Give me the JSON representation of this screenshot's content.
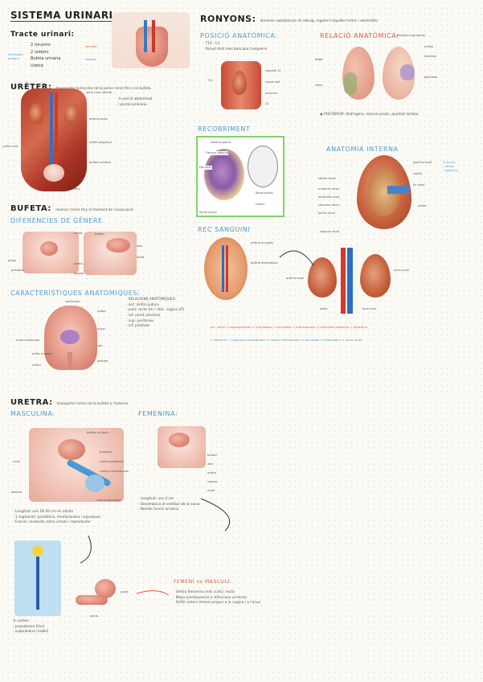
{
  "sistema": {
    "title": "SISTEMA URINARI:",
    "tracte_title": "Tracte urinari:",
    "tracte_items": [
      "2 ronyons",
      "2 urèters",
      "Bufeta urinària",
      "Uretra"
    ],
    "label_left": "conductes\nurinaris",
    "label_right_top": "excretor",
    "label_right_bottom": "reserva"
  },
  "ureter": {
    "title": "URÈTER:",
    "desc": "transporta l'orina des de la pelvis renal fins a la bufeta.",
    "note": "② porció abdominal\n   i porció pelviana",
    "labels": [
      "vena cava inferior",
      "artèria aorta",
      "urèter esquerre",
      "urèter dret",
      "bufeta urinària",
      "uretra"
    ]
  },
  "bufeta": {
    "title": "BUFETA:",
    "desc": "reserva l'orina fins al moment de l'evacuació.",
    "diferencies": "DIFERÈNCIES DE GÈNERE",
    "labels_top": [
      "urèter",
      "bufeta",
      "úter",
      "recte"
    ],
    "labels_bottom": [
      "pubis",
      "pròstata",
      "uretra",
      "vagina"
    ],
    "caracteristiques": "CARACTERÍSTIQUES ANATÒMIQUES:",
    "relacions": "· RELACIONS ANATÒMIQUES:\n  - ant: sínfisi púbica\n  - post: recte (H) / úter, vagina (D)\n  - lat: paret pelviana\n  - sup: peritoneu\n  - inf: pròstata",
    "anat_labels": [
      "peritoneu",
      "urèter",
      "múscul detrusor",
      "trígon",
      "orifici ureteral",
      "coll",
      "uretra",
      "esfínter"
    ]
  },
  "uretra": {
    "title": "URETRA:",
    "desc": "transporta l'orina de la bufeta a l'exterior.",
    "masculina": "MASCULINA:",
    "femenina": "FEMENINA:",
    "masc_labels": [
      "bufeta urinària",
      "pròstata",
      "uretra prostàtica",
      "uretra membranosa",
      "uretra esponjosa",
      "recte",
      "testicle"
    ],
    "masc_notes": "· Longitud: uns 18-20 cm en adults\n· 3 segments: prostàtica, membranosa i esponjosa\n· Funció: conducte comú urinari i reproductor",
    "fem_labels": [
      "bufeta",
      "úter",
      "uretra",
      "vagina",
      "recte"
    ],
    "fem_notes": "· Longitud: uns 4 cm\n· Desemboca al vestíbul de la vulva\n· Només funció urinària",
    "diff_title": "FEMENÍ vs MASCULÍ:",
    "diff_notes": "· Uretra femenina més curta i recta\n· Major predisposició a infeccions urinàries\n· Orifici extern femení proper a la vagina i a l'anus",
    "curves": "② corbes:\n· prepubiana (fixa)\n· subpubiana (mòbil)",
    "curve_labels": [
      "pubis",
      "penis"
    ]
  },
  "ronyons": {
    "title": "RONYONS:",
    "desc": "eliminen substàncies de rebuig, regulen l'equilibri hídric i electrolític",
    "posicio": "POSICIÓ ANATÒMICA:",
    "posicio_notes": "· T12 - L3\n· Ronyó dret més baix que l'esquerre",
    "posicio_labels": [
      "T12",
      "costella 12",
      "ronyó dret",
      "músculs",
      "L3"
    ],
    "relacio": "RELACIÓ ANATÒMICA:",
    "relacio_labels": [
      "glàndula suprarenal",
      "fetge",
      "melsa",
      "estómac",
      "pàncrees",
      "còlon"
    ],
    "relacio_note": "◉ POSTERIOR: diafragma, múscul psoas, quadrat lumbar",
    "recobriment": "RECOBRIMENT",
    "rec_labels": [
      "Adrenal gland",
      "Fibrous capsule",
      "Fat layer",
      "Renal fascia",
      "Renal pelvis",
      "Ureter"
    ],
    "interna": "ANATOMIA INTERNA",
    "interna_labels": [
      "còrtex renal",
      "medul·la renal",
      "piràmide renal",
      "columna renal",
      "pelvis renal",
      "urèter",
      "papil·la renal",
      "calzes",
      "hil renal",
      "càpsula renal"
    ],
    "interna_note": "② zones:\n· còrtex\n· medul·la",
    "sanguini": "REC SANGUINI",
    "sang_labels": [
      "artèria arcuada",
      "artèria interlobular",
      "artèria renal",
      "vena renal",
      "aorta",
      "vena cava"
    ],
    "flow_top": "art. renal → segmentàries → interlobars → arcuades → interlobulars → arterioles aferents → glomèrul",
    "flow_bottom": "→ eferents → capil·lars peritubulars → venes interlobulars → arcuades → interlobars → vena renal"
  },
  "colors": {
    "blue": "#4a9bd1",
    "red": "#e2553f",
    "green": "#7fd36b"
  }
}
